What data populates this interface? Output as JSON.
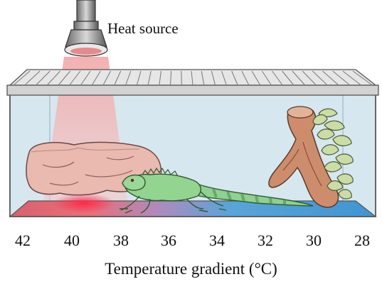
{
  "labels": {
    "heat_source": "Heat source",
    "axis_title": "Temperature gradient (°C)"
  },
  "temperature_ticks": [
    "42",
    "40",
    "38",
    "36",
    "34",
    "32",
    "30",
    "28"
  ],
  "colors": {
    "glass": "#d5e6ee",
    "hot_floor": "#e05a6a",
    "cool_floor": "#4a9fd8",
    "heat_glow": "#f2b3b3",
    "iguana": "#8fd18e",
    "rock": "#e8b8b0",
    "log": "#c98a6a",
    "leaves": "#c8d9a4",
    "lid": "#d8d8d8"
  },
  "icons": [
    "heat-lamp-icon",
    "iguana-icon",
    "rock-icon",
    "log-icon",
    "leaves-icon"
  ]
}
